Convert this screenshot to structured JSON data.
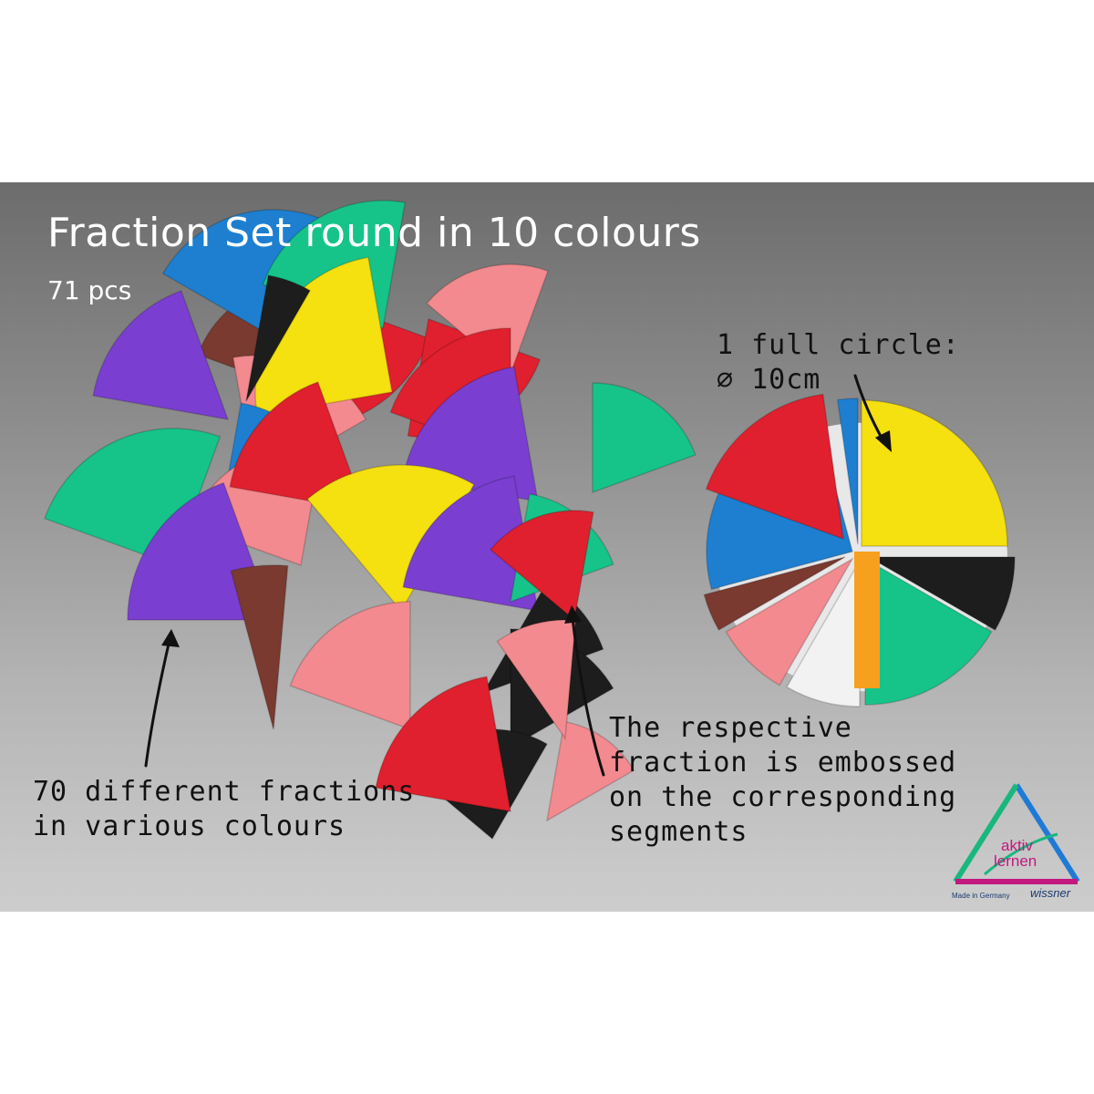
{
  "title": "Fraction Set round in 10 colours",
  "subtitle": "71 pcs",
  "notes": {
    "circle": "1 full circle:\n⌀ 10cm",
    "fractions": "70 different fractions\nin various colours",
    "embossed": "The respective\nfraction is embossed\non the corresponding\nsegments"
  },
  "logo": {
    "line1": "aktiv",
    "line2": "lernen",
    "made": "Made in Germany",
    "brand": "wissner"
  },
  "colors": {
    "red": "#e0202e",
    "yellow": "#f5e010",
    "blue": "#1e7fd0",
    "green": "#16c48a",
    "purple": "#7a3fd1",
    "pink": "#f28a8f",
    "brown": "#7a3a30",
    "black": "#1d1d1d",
    "orange": "#f7a020",
    "white": "#f2f2f2"
  }
}
